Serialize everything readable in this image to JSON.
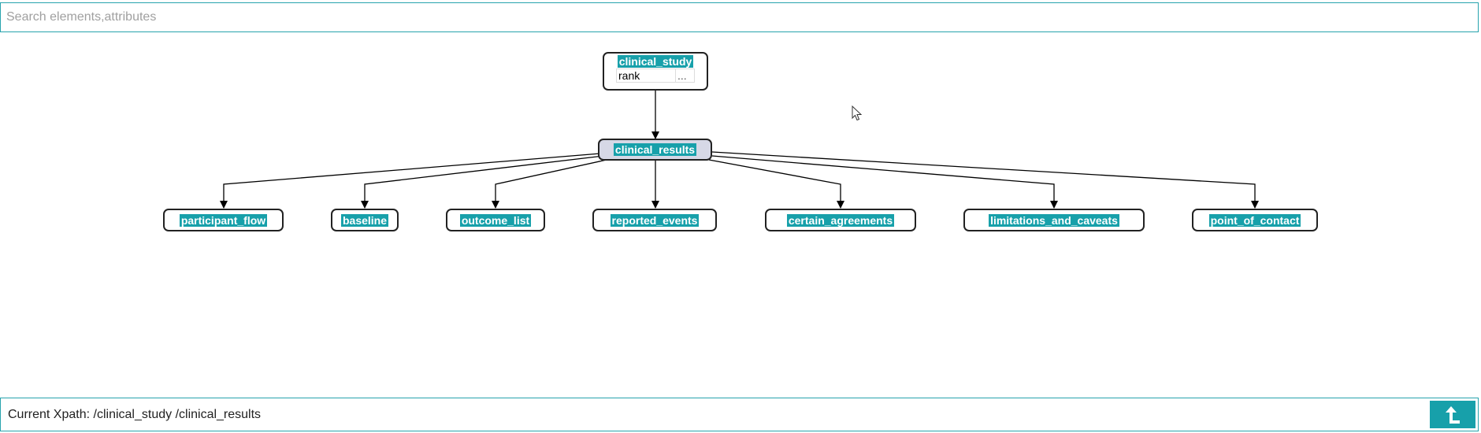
{
  "search": {
    "placeholder": "Search elements,attributes",
    "value": ""
  },
  "tree": {
    "root": {
      "label": "clinical_study",
      "attributes": [
        {
          "name": "rank",
          "value": "..."
        }
      ]
    },
    "selected": {
      "label": "clinical_results"
    },
    "children": [
      {
        "label": "participant_flow"
      },
      {
        "label": "baseline"
      },
      {
        "label": "outcome_list"
      },
      {
        "label": "reported_events"
      },
      {
        "label": "certain_agreements"
      },
      {
        "label": "limitations_and_caveats"
      },
      {
        "label": "point_of_contact"
      }
    ]
  },
  "xpath": {
    "label": "Current Xpath:",
    "path": "/clinical_study /clinical_results"
  },
  "up_button": {
    "icon": "arrow-up-icon"
  },
  "colors": {
    "accent": "#17a0aa",
    "border": "#27a3ad",
    "selected_node_bg": "#d6d8e6"
  }
}
